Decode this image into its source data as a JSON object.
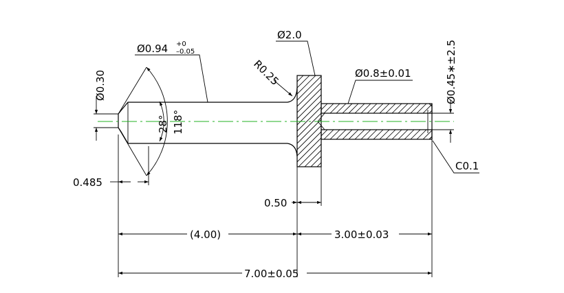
{
  "drawing": {
    "dimensions": {
      "dia_tip": "Ø0.30",
      "dia_shank_base": "Ø0.94",
      "dia_shank_upper": "+0",
      "dia_shank_lower": "–0.05",
      "dia_flange": "Ø2.0",
      "radius": "R0.25",
      "dia_bore": "Ø0.8±0.01",
      "dia_end": "Ø0.45∗±2.5",
      "angle_small": "28°",
      "angle_large": "118°",
      "chamfer": "C0.1",
      "tip_length": "0.485",
      "flange_thickness": "0.50",
      "left_length": "(4.00)",
      "right_length": "3.00±0.03",
      "total_length": "7.00±0.05"
    }
  },
  "colors": {
    "line": "#000000",
    "centerline": "#22b022",
    "background": "#ffffff"
  }
}
